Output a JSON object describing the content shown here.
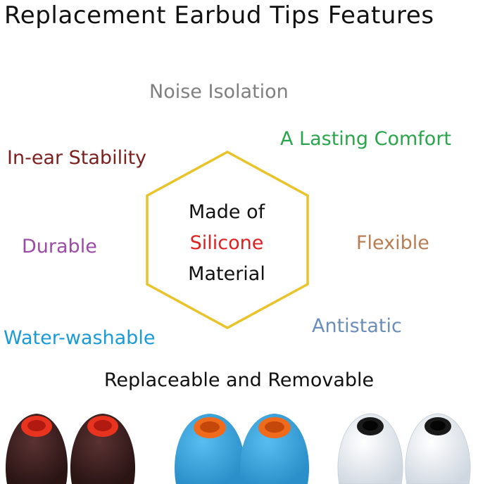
{
  "title": "Replacement Earbud Tips Features",
  "features": {
    "noise": {
      "text": "Noise Isolation",
      "color": "#7f7f7f"
    },
    "comfort": {
      "text": "A Lasting Comfort",
      "color": "#2aa54b"
    },
    "stability": {
      "text": "In-ear Stability",
      "color": "#7b1f1f"
    },
    "durable": {
      "text": "Durable",
      "color": "#9b4ba6"
    },
    "flexible": {
      "text": "Flexible",
      "color": "#b97d52"
    },
    "washable": {
      "text": "Water-washable",
      "color": "#1a9ad6"
    },
    "antistatic": {
      "text": "Antistatic",
      "color": "#6b8db9"
    }
  },
  "center": {
    "line1": "Made of",
    "line2": "Silicone",
    "line3": "Material",
    "highlight_color": "#e02020",
    "hexagon_color": "#e8c32a"
  },
  "removable_caption": "Replaceable and Removable",
  "tip_colors": {
    "black": {
      "body": "#3a1f1f",
      "ring": "#e8341f"
    },
    "blue": {
      "body": "#3aa6dc",
      "ring": "#f06a1c"
    },
    "clear": {
      "body": "#e6ecf2",
      "ring": "#111111"
    }
  }
}
